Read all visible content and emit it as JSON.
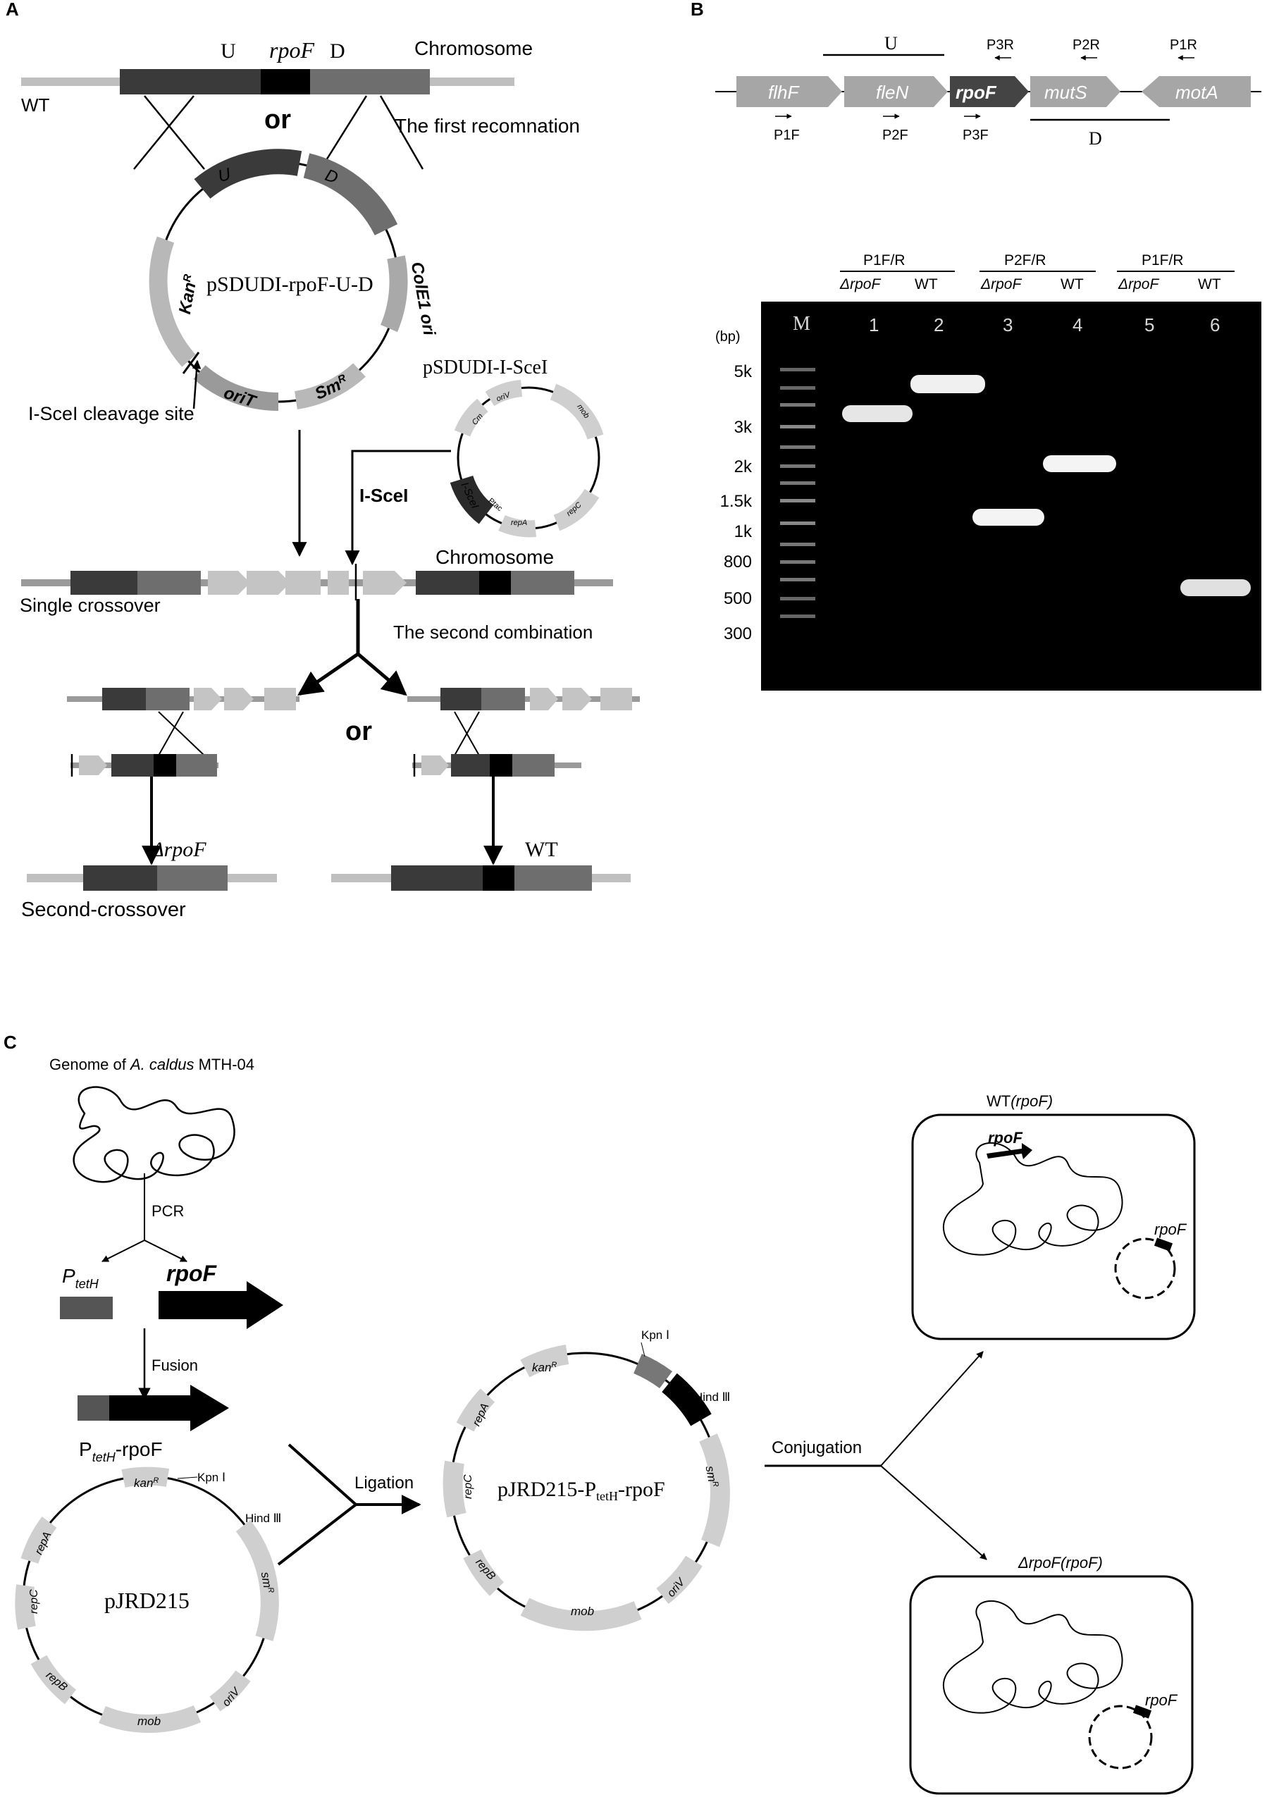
{
  "panel_a": {
    "label": "A",
    "wt_label": "WT",
    "u": "U",
    "rpof": "rpoF",
    "d": "D",
    "chromosome": "Chromosome",
    "or": "or",
    "first_recombination": "The first recomnation",
    "plasmid_name": "pSDUDI-rpoF-U-D",
    "plasmid_u": "U",
    "plasmid_d": "D",
    "kanr_main": "Kan",
    "kanr_sup": "R",
    "smr_main": "Sm",
    "smr_sup": "R",
    "colE1": "ColE1 ori",
    "oriT": "oriT",
    "iscei_site": "I-SceI cleavage site",
    "helper_plasmid": "pSDUDI-I-SceI",
    "helper_iscei": "I-SceI",
    "helper_ptac": "Ptac",
    "helper_cm": "Cm",
    "helper_oriV": "oriV",
    "helper_repA": "repA",
    "helper_repC": "repC",
    "helper_mob": "mob",
    "iscei": "I-SceI",
    "single_crossover": "Single crossover",
    "chromosome2": "Chromosome",
    "second_combination": "The second combination",
    "or2": "or",
    "delta_rpof": "ΔrpoF",
    "wt2": "WT",
    "second_crossover": "Second-crossover"
  },
  "panel_b": {
    "label": "B",
    "u": "U",
    "d": "D",
    "genes": [
      "flhF",
      "fleN",
      "rpoF",
      "mutS",
      "motA"
    ],
    "primers_r": [
      "P3R",
      "P2R",
      "P1R"
    ],
    "primers_f": [
      "P1F",
      "P2F",
      "P3F"
    ],
    "gel": {
      "bp": "(bp)",
      "marker_lane": "M",
      "lane_numbers": [
        "1",
        "2",
        "3",
        "4",
        "5",
        "6"
      ],
      "groups": [
        {
          "primer": "P1F/R",
          "lanes": [
            "ΔrpoF",
            "WT"
          ]
        },
        {
          "primer": "P2F/R",
          "lanes": [
            "ΔrpoF",
            "WT"
          ]
        },
        {
          "primer": "P1F/R",
          "lanes": [
            "ΔrpoF",
            "WT"
          ]
        }
      ],
      "markers": [
        "5k",
        "3k",
        "2k",
        "1.5k",
        "1k",
        "800",
        "500",
        "300"
      ]
    }
  },
  "panel_c": {
    "label": "C",
    "genome_prefix": "Genome of ",
    "genome_species": "A. caldus",
    "genome_suffix": " MTH-04",
    "pcr": "PCR",
    "ptet_p": "P",
    "ptet_sub": "tetH",
    "rpof": "rpoF",
    "fusion": "Fusion",
    "fused_p": "P",
    "fused_sub": "tetH",
    "fused_suffix": "-rpoF",
    "pjrd215": "pJRD215",
    "kanr": "kan",
    "kanr_sup": "R",
    "smr": "sm",
    "smr_sup": "R",
    "kpn": "Kpn Ⅰ",
    "hind": "Hind Ⅲ",
    "repA": "repA",
    "repC": "repC",
    "repB": "repB",
    "mob": "mob",
    "oriV": "oriV",
    "ligation": "Ligation",
    "construct_prefix": "pJRD215-P",
    "construct_sub": "tetH",
    "construct_suffix": "-rpoF",
    "conjugation": "Conjugation",
    "wt_cell": "WT",
    "wt_cell_paren": "(rpoF)",
    "delta_cell": "ΔrpoF(rpoF)",
    "cell_rpof": "rpoF"
  }
}
